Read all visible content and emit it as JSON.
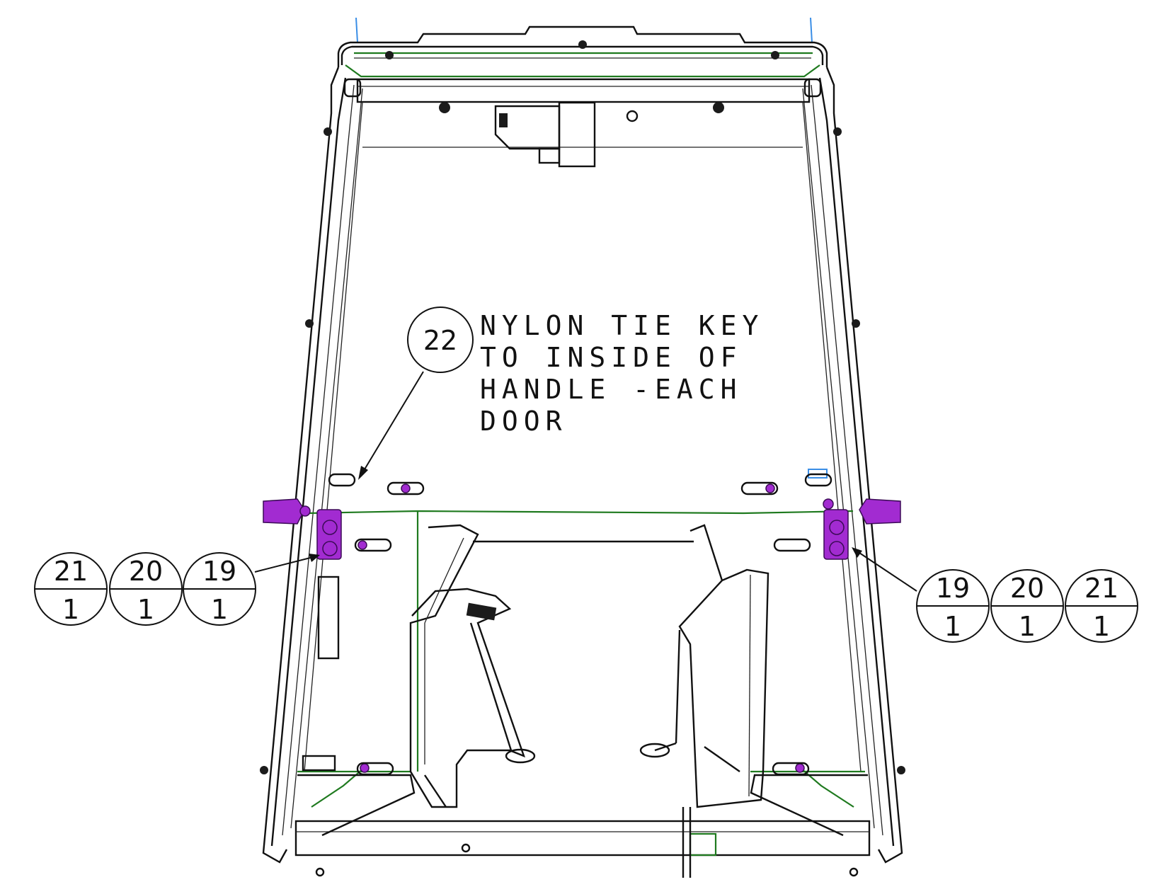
{
  "colors": {
    "outline": "#111111",
    "frame_green": "#1f7a1f",
    "hardware_purple": "#a22bd1",
    "guide_blue": "#3a8ee6"
  },
  "note": {
    "lines": [
      "NYLON TIE KEY",
      "TO INSIDE OF",
      "HANDLE -EACH",
      "DOOR"
    ]
  },
  "callout_22": {
    "number": "22"
  },
  "callouts_left": [
    {
      "item": "21",
      "qty": "1"
    },
    {
      "item": "20",
      "qty": "1"
    },
    {
      "item": "19",
      "qty": "1"
    }
  ],
  "callouts_right": [
    {
      "item": "19",
      "qty": "1"
    },
    {
      "item": "20",
      "qty": "1"
    },
    {
      "item": "21",
      "qty": "1"
    }
  ]
}
